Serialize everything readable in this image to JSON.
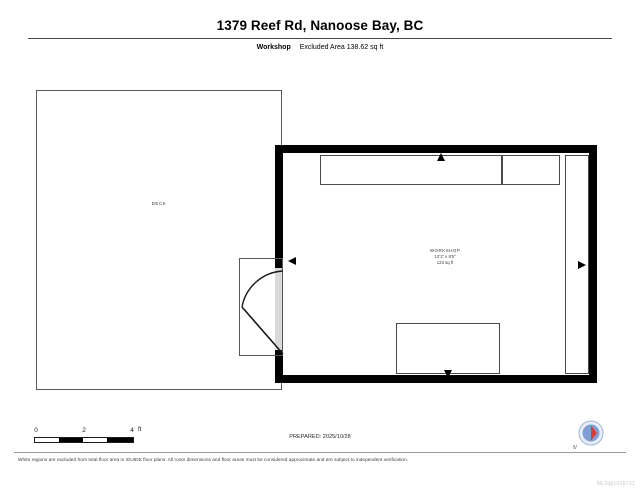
{
  "header": {
    "title": "1379 Reef Rd, Nanoose Bay, BC",
    "room_label": "Workshop",
    "excluded_area": "Excluded Area 138.62 sq ft"
  },
  "plan": {
    "deck": {
      "label": "DECK"
    },
    "workshop": {
      "name": "WORKSHOP",
      "dimensions": "13'1\" x 9'5\"",
      "area": "123 sq ft"
    },
    "markers": {
      "top": "view-marker-up",
      "bottom": "view-marker-down",
      "right": "view-marker-right",
      "door": "view-marker-left"
    }
  },
  "scale": {
    "ticks": [
      "0",
      "2",
      "4"
    ],
    "unit": "ft"
  },
  "prepared": "PREPARED: 2025/10/28",
  "compass": {
    "north_label": "N",
    "ring_color": "#7e9fd4",
    "needle_color": "#d93a3a"
  },
  "footer": {
    "disclaimer": "White regions are excluded from total floor area in iGUIDE floor plans. All room dimensions and floor areas must be considered approximate and are subject to independent verification.",
    "watermark": "MLS@1018731"
  }
}
